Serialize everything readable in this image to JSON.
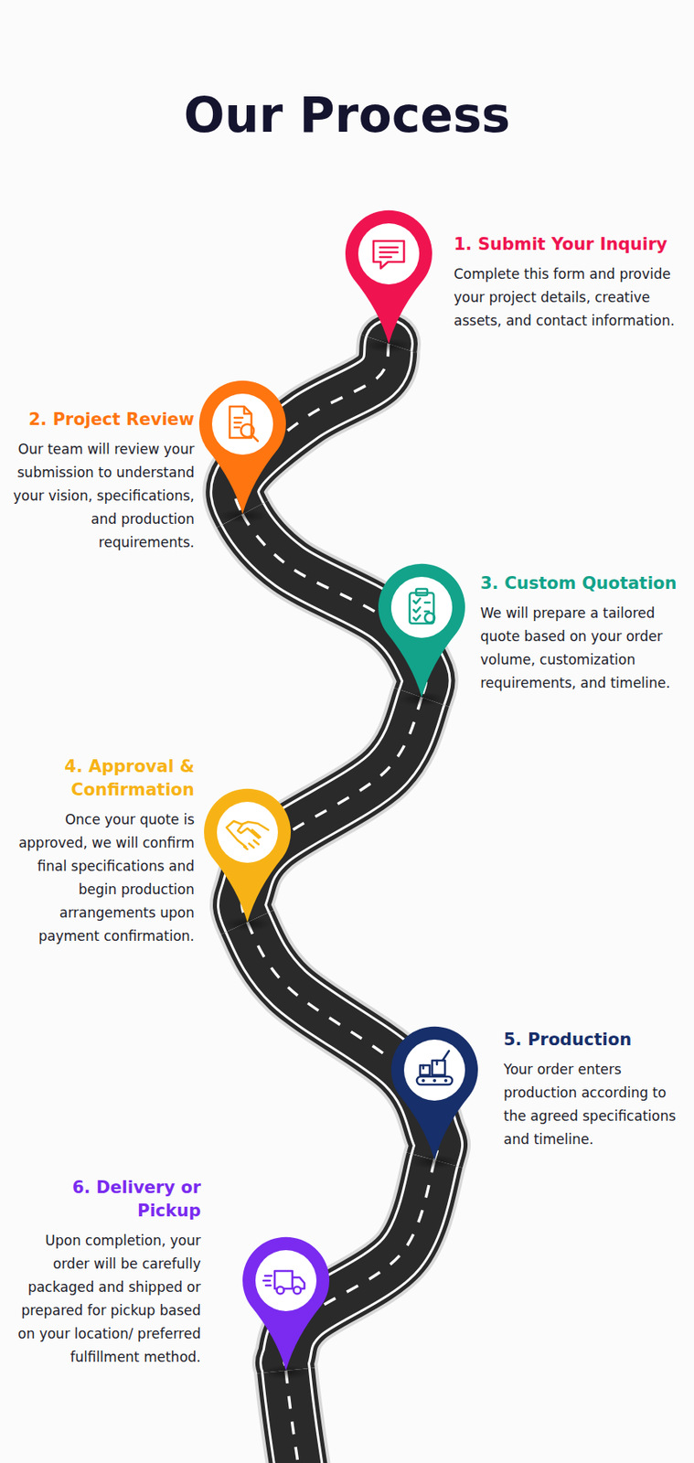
{
  "diagram": {
    "title": "Our Process",
    "nodes": [
      {
        "text": [
          "1. Submit Your Inquiry",
          "Complete this form and provide your project details, creative assets, and contact information."
        ]
      },
      {
        "text": [
          "2. Project Review",
          "Our team will review your submission to understand your vision, specifications, and production requirements."
        ]
      },
      {
        "text": [
          "3. Custom Quotation",
          "We will prepare a tailored quote based on your order volume, customization requirements, and timeline."
        ]
      },
      {
        "text": [
          "4. Approval & Confirmation",
          "Once your quote is approved, we will confirm final specifications and begin production arrangements upon payment confirmation."
        ]
      },
      {
        "text": [
          "5. Production",
          "Your order enters production according to the agreed specifications and timeline."
        ]
      },
      {
        "text": [
          "6. Delivery or Pickup",
          "Upon completion, your order will be carefully packaged and shipped or prepared for pickup based on your location/ preferred fulfillment method."
        ]
      }
    ],
    "edges": [
      {
        "from": 0,
        "to": 1,
        "arrow": "none"
      },
      {
        "from": 1,
        "to": 2,
        "arrow": "none"
      },
      {
        "from": 2,
        "to": 3,
        "arrow": "none"
      },
      {
        "from": 3,
        "to": 4,
        "arrow": "none"
      },
      {
        "from": 4,
        "to": 5,
        "arrow": "none"
      }
    ]
  }
}
